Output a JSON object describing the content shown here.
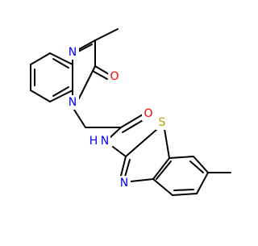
{
  "colors": {
    "bond": "#000000",
    "nitrogen": "#0000ff",
    "oxygen": "#ff0000",
    "sulfur": "#b8a300",
    "background": "#ffffff"
  },
  "atoms": {
    "n_quinox_top": "N",
    "n_quinox_bottom": "N",
    "o_quinox": "O",
    "o_amide": "O",
    "nh_amide": "N",
    "h_amide": "H",
    "s_thiazole": "S",
    "n_thiazole": "N"
  }
}
